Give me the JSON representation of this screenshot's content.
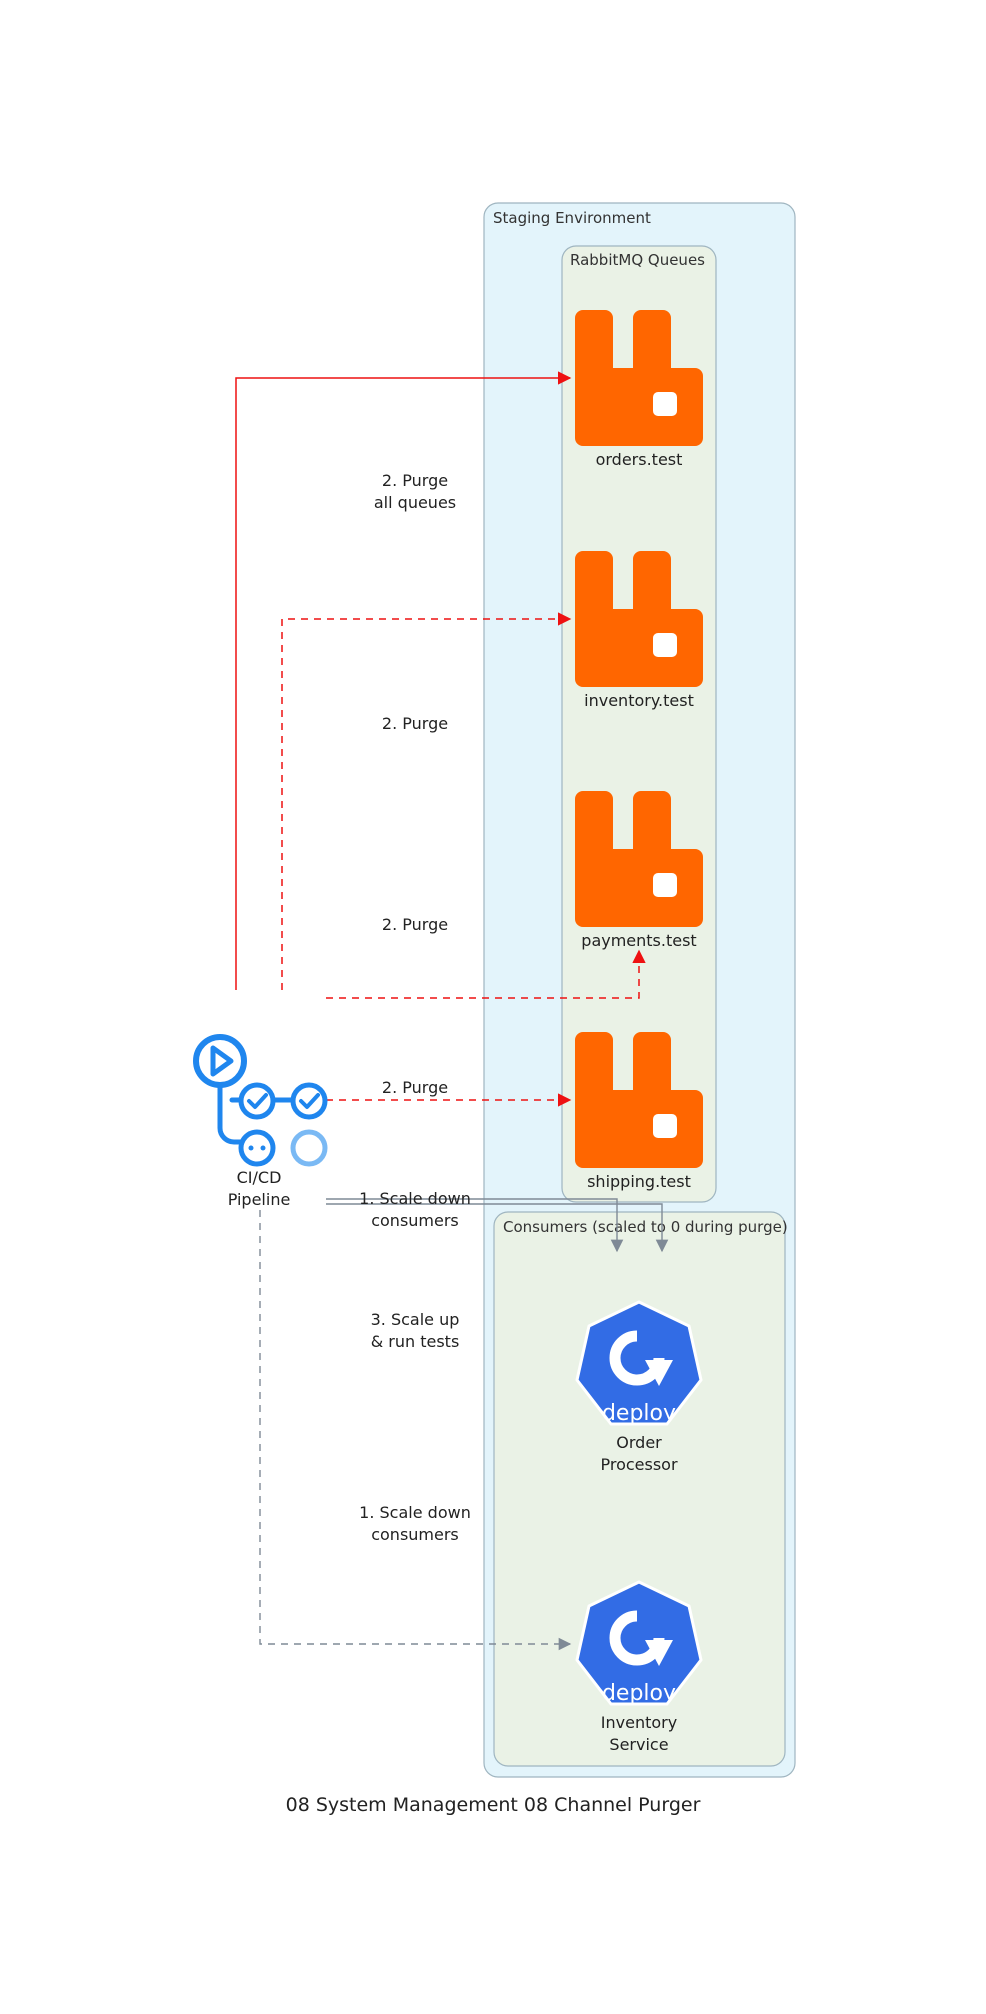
{
  "title": "08 System Management 08 Channel Purger",
  "colors": {
    "env_fill": "#e3f4fb",
    "queue_cluster_fill": "#eaf2e6",
    "cluster_stroke": "#9fb5c0",
    "rabbit": "#ff6600",
    "deploy": "#326ce5",
    "pipeline": "#1f86ee",
    "pipeline_light": "#7ab9f4",
    "purge_edge": "#ee1111",
    "scale_edge": "#7f8a96"
  },
  "clusters": {
    "environment": "Staging Environment",
    "queues": "RabbitMQ Queues",
    "consumers": "Consumers (scaled to 0 during purge)"
  },
  "nodes": {
    "pipeline": {
      "line1": "CI/CD",
      "line2": "Pipeline",
      "icon": "gitlab-ci-pipeline-icon"
    },
    "orders": {
      "label": "orders.test",
      "icon": "rabbitmq-icon"
    },
    "inventory_q": {
      "label": "inventory.test",
      "icon": "rabbitmq-icon"
    },
    "payments": {
      "label": "payments.test",
      "icon": "rabbitmq-icon"
    },
    "shipping": {
      "label": "shipping.test",
      "icon": "rabbitmq-icon"
    },
    "order_processor": {
      "line1": "Order",
      "line2": "Processor",
      "icon": "k8s-deploy-icon",
      "icon_text": "deploy"
    },
    "inventory_service": {
      "line1": "Inventory",
      "line2": "Service",
      "icon": "k8s-deploy-icon",
      "icon_text": "deploy"
    }
  },
  "edges": {
    "purge_all": {
      "line1": "2. Purge",
      "line2": "all queues"
    },
    "purge_inventory": {
      "label": "2. Purge"
    },
    "purge_payments": {
      "label": "2. Purge"
    },
    "purge_shipping": {
      "label": "2. Purge"
    },
    "scale_down_top": {
      "line1": "1. Scale down",
      "line2": "consumers"
    },
    "scale_up": {
      "line1": "3. Scale up",
      "line2": "& run tests"
    },
    "scale_down_bottom": {
      "line1": "1. Scale down",
      "line2": "consumers"
    }
  }
}
